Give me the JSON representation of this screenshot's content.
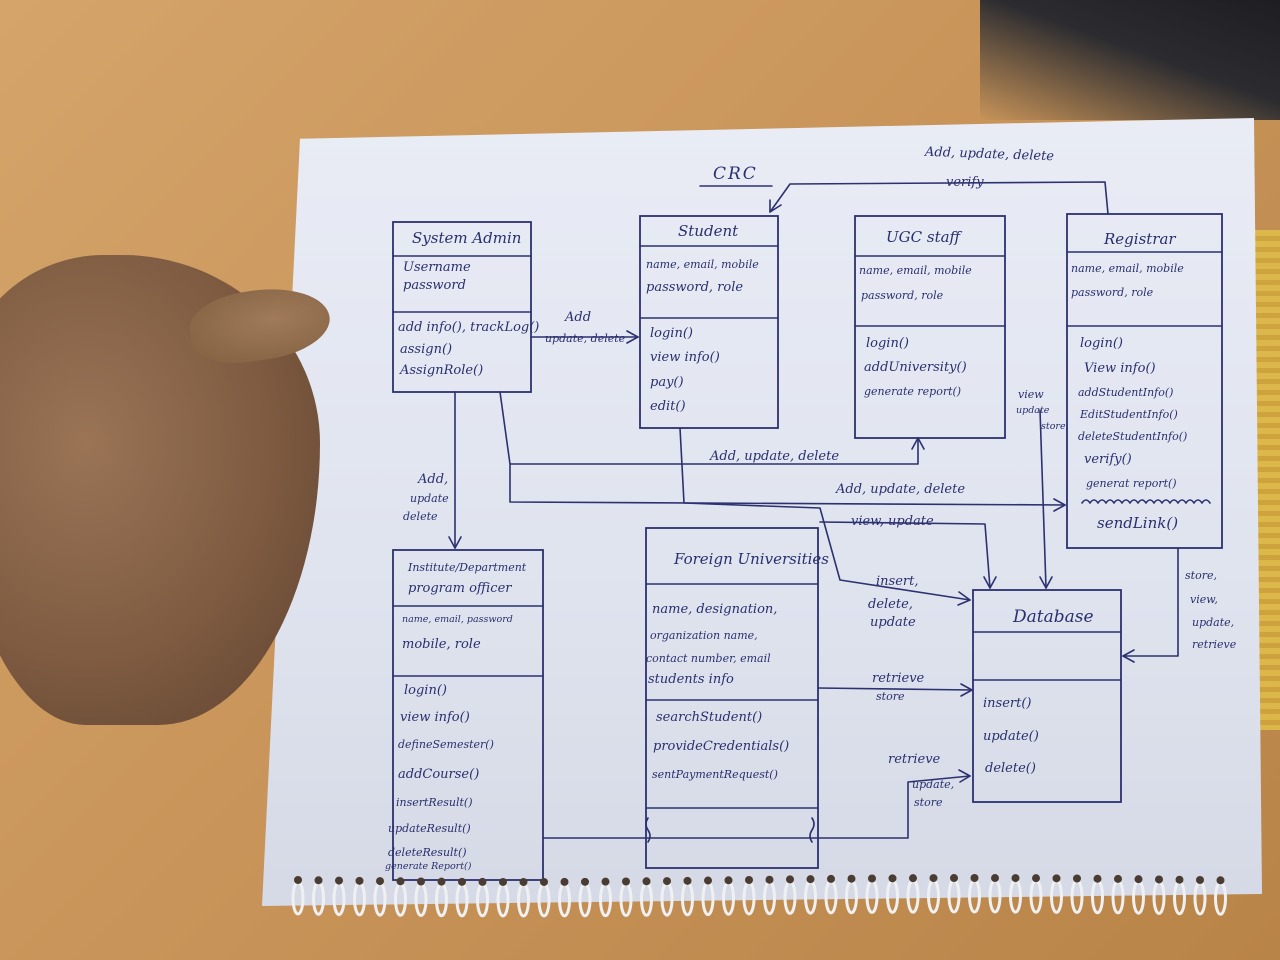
{
  "title": "CRC",
  "classes": {
    "system_admin": {
      "name": "System Admin",
      "attributes": [
        "Username",
        "password"
      ],
      "methods": [
        "add info(), trackLog()",
        "assign()",
        "AssignRole()"
      ]
    },
    "student": {
      "name": "Student",
      "attributes": [
        "name, email, mobile",
        "password, role"
      ],
      "methods": [
        "login()",
        "view info()",
        "pay()",
        "edit()"
      ]
    },
    "ugc_staff": {
      "name": "UGC staff",
      "attributes": [
        "name, email, mobile",
        "password, role"
      ],
      "methods": [
        "login()",
        "addUniversity()",
        "generate report()"
      ]
    },
    "registrar": {
      "name": "Registrar",
      "attributes": [
        "name, email, mobile",
        "password, role"
      ],
      "methods": [
        "login()",
        "View info()",
        "addStudentInfo()",
        "EditStudentInfo()",
        "deleteStudentInfo()",
        "verify()",
        "generat report()",
        "sendLink()"
      ]
    },
    "institute_officer": {
      "name": "Institute/Department program officer",
      "name_line1": "Institute/Department",
      "name_line2": "program officer",
      "attributes": [
        "name, email, password",
        "mobile, role"
      ],
      "methods": [
        "login()",
        "view info()",
        "defineSemester()",
        "addCourse()",
        "insertResult()",
        "updateResult()",
        "deleteResult()",
        "generate Report()"
      ]
    },
    "foreign_universities": {
      "name": "Foreign Universities",
      "attributes": [
        "name, designation,",
        "organization name,",
        "contact number, email",
        "students info"
      ],
      "methods": [
        "searchStudent()",
        "provideCredentials()",
        "sentPaymentRequest()"
      ]
    },
    "database": {
      "name": "Database",
      "attributes": [],
      "methods": [
        "insert()",
        "update()",
        "delete()"
      ]
    }
  },
  "edge_labels": {
    "registrar_to_student_1": "Add, update, delete",
    "registrar_to_student_2": "verify",
    "admin_to_student_1": "Add",
    "admin_to_student_2": "update, delete",
    "admin_to_institute_1": "Add,",
    "admin_to_institute_2": "update",
    "admin_to_institute_3": "delete",
    "admin_to_ugc": "Add, update, delete",
    "admin_to_registrar": "Add, update, delete",
    "student_to_db": "view, update",
    "ugc_to_db_1": "view",
    "ugc_to_db_2": "update",
    "ugc_to_db_3": "store,",
    "registrar_to_db_1": "store,",
    "registrar_to_db_2": "view,",
    "registrar_to_db_3": "update,",
    "registrar_to_db_4": "retrieve",
    "foreign_to_db_1": "insert,",
    "foreign_to_db_2": "delete,",
    "foreign_to_db_3": "update",
    "foreign_to_db_4": "retrieve",
    "foreign_to_db_5": "store",
    "institute_to_db_1": "retrieve",
    "institute_to_db_2": "update,",
    "institute_to_db_3": "store"
  }
}
